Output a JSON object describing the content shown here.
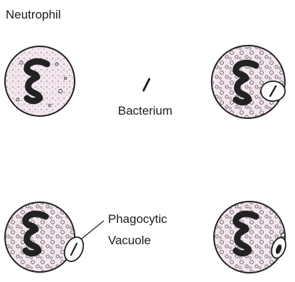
{
  "title": "Neutrophil",
  "labels": {
    "bacterium": "Bacterium",
    "vacuole_line1": "Phagocytic",
    "vacuole_line2": "Vacuole"
  },
  "colors": {
    "cell_fill": "#f3e6ee",
    "outline": "#1e1e1e",
    "nucleus": "#222222"
  },
  "stages": [
    {
      "id": "stage-1",
      "description_visible": false
    },
    {
      "id": "stage-2",
      "description_visible": false
    },
    {
      "id": "stage-3",
      "description_visible": false
    },
    {
      "id": "stage-4",
      "description_visible": false
    }
  ]
}
